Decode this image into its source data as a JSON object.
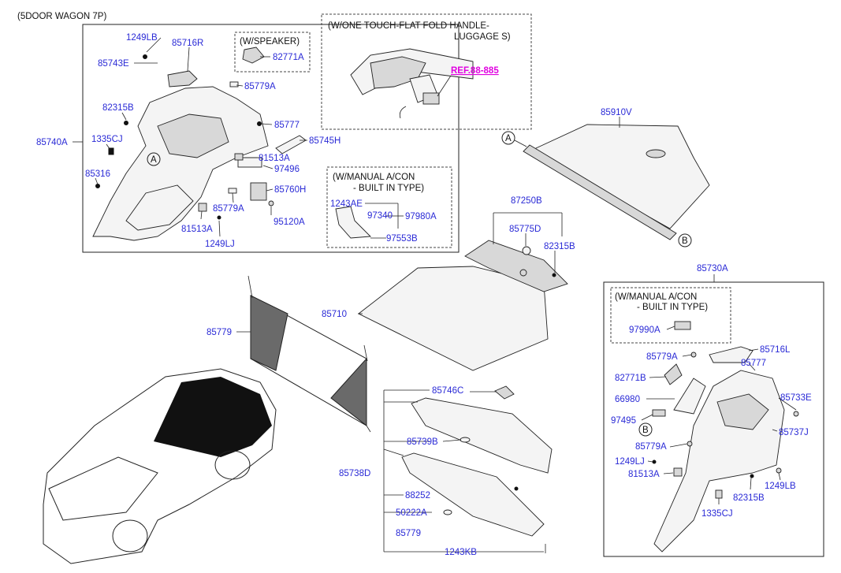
{
  "header": {
    "title": "(5DOOR WAGON 7P)"
  },
  "boxes": {
    "speaker": "(W/SPEAKER)",
    "one_touch_line1": "(W/ONE TOUCH-FLAT FOLD HANDLE-",
    "one_touch_line2": "LUGGAGE S)",
    "manual_acon_line1": "(W/MANUAL A/CON",
    "manual_acon_line2": "- BUILT IN TYPE)",
    "manual_acon2_line1": "(W/MANUAL A/CON",
    "manual_acon2_line2": "- BUILT IN TYPE)"
  },
  "reference": "REF.88-885",
  "callouts": {
    "a": "A",
    "b": "B"
  },
  "parts": {
    "p1249LB_top": "1249LB",
    "p85716R": "85716R",
    "p82771A": "82771A",
    "p85743E": "85743E",
    "p85779A_top": "85779A",
    "p82315B_left": "82315B",
    "p85777_left": "85777",
    "p85745H": "85745H",
    "p85740A": "85740A",
    "p1335CJ_left": "1335CJ",
    "p81513A_mid": "81513A",
    "p97496": "97496",
    "p85316": "85316",
    "p85760H": "85760H",
    "p85779A_mid": "85779A",
    "p95120A": "95120A",
    "p81513A_bot": "81513A",
    "p1249LJ_left": "1249LJ",
    "p1243AE": "1243AE",
    "p97340": "97340",
    "p97980A": "97980A",
    "p97553B": "97553B",
    "p85910V": "85910V",
    "p87250B": "87250B",
    "p85775D": "85775D",
    "p82315B_mid": "82315B",
    "p85730A": "85730A",
    "p85779": "85779",
    "p85710": "85710",
    "p97990A": "97990A",
    "p85716L": "85716L",
    "p85779A_r1": "85779A",
    "p85777_right": "85777",
    "p82771B": "82771B",
    "p66980": "66980",
    "p85733E": "85733E",
    "p97495": "97495",
    "p85737J": "85737J",
    "p85779A_r2": "85779A",
    "p1249LJ_right": "1249LJ",
    "p81513A_right": "81513A",
    "p1249LB_right": "1249LB",
    "p82315B_right": "82315B",
    "p1335CJ_right": "1335CJ",
    "p85746C": "85746C",
    "p85739B": "85739B",
    "p85738D": "85738D",
    "p88252": "88252",
    "p50222A": "50222A",
    "p85779_bot": "85779",
    "p1243KB": "1243KB"
  }
}
